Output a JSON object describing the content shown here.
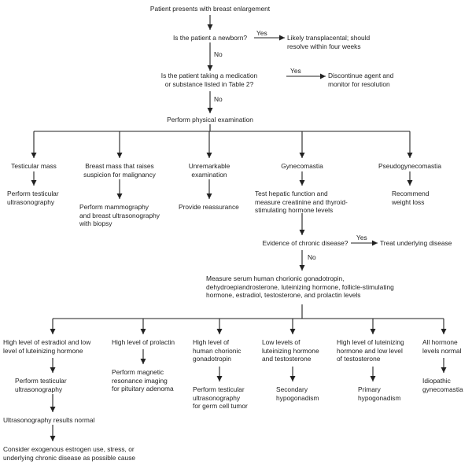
{
  "colors": {
    "ink": "#222222",
    "background": "#ffffff"
  },
  "flowchart": {
    "start": "Patient presents with breast enlargement",
    "q_newborn": "Is the patient a newborn?",
    "yes_newborn": "Yes",
    "transplacental": "Likely transplacental; should\nresolve within four weeks",
    "no_newborn": "No",
    "q_medication": "Is the patient taking a medication\nor substance listed in Table 2?",
    "yes_medication": "Yes",
    "discontinue": "Discontinue agent and\nmonitor for resolution",
    "no_medication": "No",
    "physical_exam": "Perform physical examination",
    "exam_findings": [
      {
        "finding": "Testicular mass",
        "action": "Perform testicular\nultrasonography"
      },
      {
        "finding": "Breast mass that raises\nsuspicion for malignancy",
        "action": "Perform mammography\nand breast ultrasonography\nwith biopsy"
      },
      {
        "finding": "Unremarkable\nexamination",
        "action": "Provide reassurance"
      },
      {
        "finding": "Gynecomastia",
        "action": "Test hepatic function and\nmeasure creatinine and thyroid-\nstimulating hormone levels"
      },
      {
        "finding": "Pseudogynecomastia",
        "action": "Recommend\nweight loss"
      }
    ],
    "q_chronic": "Evidence of chronic disease?",
    "yes_chronic": "Yes",
    "treat_underlying": "Treat underlying disease",
    "no_chronic": "No",
    "measure_serum": "Measure serum human chorionic gonadotropin,\ndehydroepiandrosterone, luteinizing hormone, follicle-stimulating\nhormone, estradiol, testosterone, and prolactin levels",
    "hormone_results": [
      {
        "result": "High level of estradiol and low\nlevel of luteinizing hormone",
        "next": "Perform testicular\nultrasonography"
      },
      {
        "result": "High level of prolactin",
        "next": "Perform magnetic\nresonance imaging\nfor pituitary adenoma"
      },
      {
        "result": "High level of\nhuman chorionic\ngonadotropin",
        "next": "Perform testicular\nultrasonography\nfor germ cell tumor"
      },
      {
        "result": "Low levels of\nluteinizing hormone\nand testosterone",
        "next": "Secondary\nhypogonadism"
      },
      {
        "result": "High level of luteinizing\nhormone and low level\nof testosterone",
        "next": "Primary\nhypogonadism"
      },
      {
        "result": "All hormone\nlevels normal",
        "next": "Idiopathic\ngynecomastia"
      }
    ],
    "us_normal": "Ultrasonography results normal",
    "consider": "Consider exogenous estrogen use, stress, or\nunderlying chronic disease as possible cause"
  }
}
